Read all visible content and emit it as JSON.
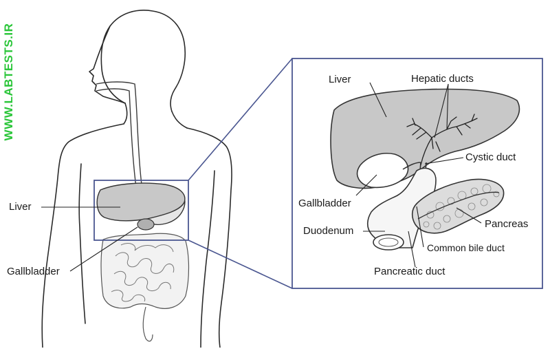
{
  "watermark": "WWW.LABTESTS.IR",
  "colors": {
    "watermark": "#2bc63a",
    "frame": "#4a5690",
    "organ_fill": "#c8c8c8",
    "outline": "#333333"
  },
  "body_view": {
    "labels": {
      "liver": "Liver",
      "gallbladder": "Gallbladder"
    }
  },
  "inset": {
    "labels": {
      "liver": "Liver",
      "hepatic_ducts": "Hepatic ducts",
      "cystic_duct": "Cystic duct",
      "gallbladder": "Gallbladder",
      "pancreas": "Pancreas",
      "duodenum": "Duodenum",
      "common_bile_duct": "Common bile duct",
      "pancreatic_duct": "Pancreatic duct"
    }
  }
}
